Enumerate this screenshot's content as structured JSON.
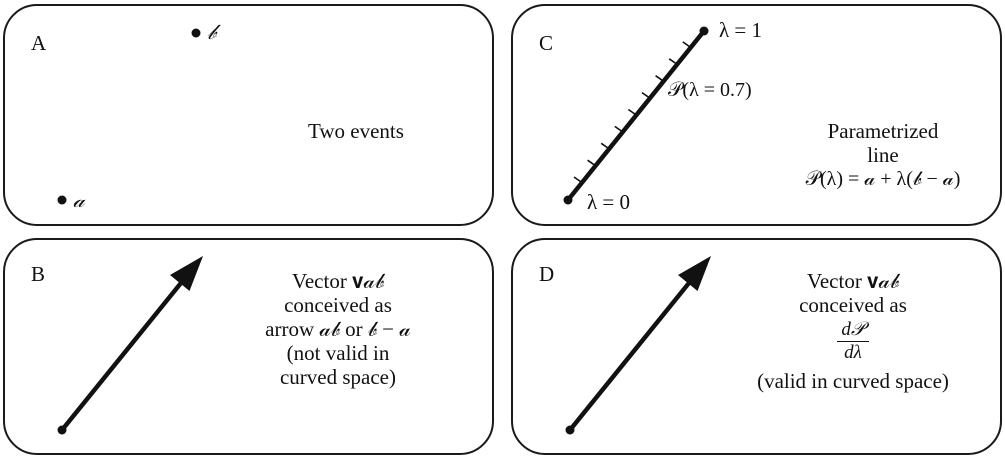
{
  "panels": {
    "a": {
      "letter": "A",
      "event_b_label": "𝒷",
      "event_a_label": "𝒶",
      "caption": "Two events"
    },
    "c": {
      "letter": "C",
      "lambda_one": "λ = 1",
      "lambda_zero": "λ = 0",
      "point_label": "𝒫(λ = 0.7)",
      "caption_line1": "Parametrized",
      "caption_line2": "line",
      "caption_line3": "𝒫(λ) = 𝒶 + λ(𝒷 − 𝒶)"
    },
    "b": {
      "letter": "B",
      "line1": "Vector 𝐯𝒶𝒷",
      "line2": "conceived as",
      "line3": "arrow 𝒶𝒷 or 𝒷 − 𝒶",
      "line4": "(not valid in",
      "line5": "curved space)"
    },
    "d": {
      "letter": "D",
      "line1": "Vector 𝐯𝒶𝒷",
      "line2": "conceived as",
      "frac_num": "d𝒫",
      "frac_den": "dλ",
      "line4": "(valid in curved space)"
    }
  }
}
